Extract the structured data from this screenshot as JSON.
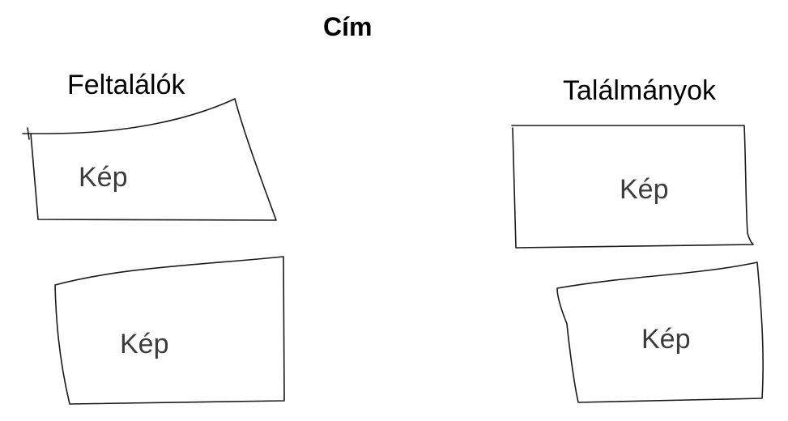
{
  "title": "Cím",
  "inventors_heading": "Feltalálók",
  "inventions_heading": "Találmányok",
  "image_placeholders": [
    "Kép",
    "Kép",
    "Kép",
    "Kép"
  ]
}
